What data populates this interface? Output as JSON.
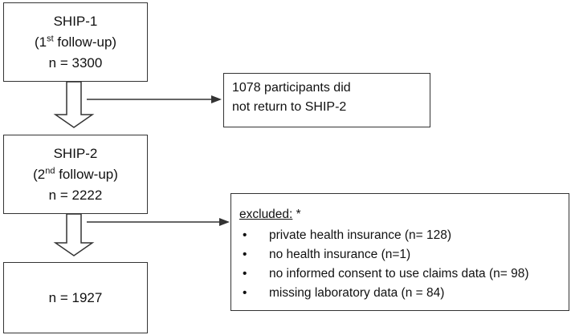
{
  "ship1": {
    "title": "SHIP-1",
    "ordinal": "1",
    "ordinal_sup": "st",
    "label_rest": " follow-up)",
    "n": "n = 3300"
  },
  "dropout": {
    "line1": "1078 participants did",
    "line2": "not return to SHIP-2"
  },
  "ship2": {
    "title": "SHIP-2",
    "ordinal": "2",
    "ordinal_sup": "nd",
    "label_rest": " follow-up)",
    "n": "n = 2222"
  },
  "excluded": {
    "heading": "excluded:",
    "marker": " *",
    "items": [
      "private health insurance (n= 128)",
      "no health insurance (n=1)",
      "no informed consent to use claims data (n= 98)",
      "missing laboratory data (n = 84)"
    ]
  },
  "final": {
    "n": "n = 1927"
  }
}
